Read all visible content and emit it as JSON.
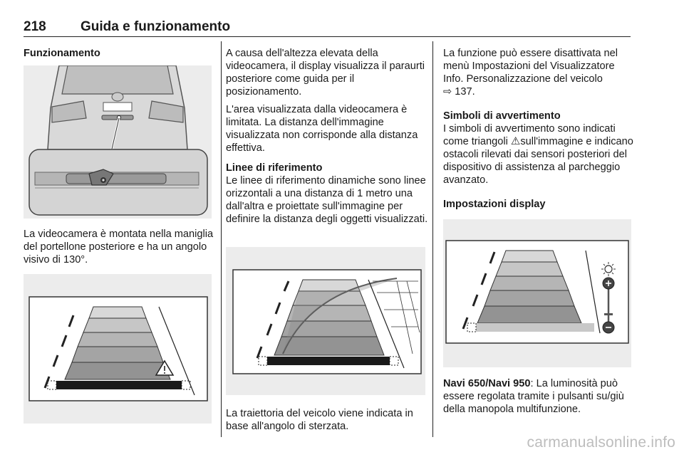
{
  "header": {
    "page_number": "218",
    "section_title": "Guida e funzionamento"
  },
  "col1": {
    "heading": "Funzionamento",
    "paragraph": "La videocamera è montata nella maniglia del portellone posteriore e ha un angolo visivo di 130°."
  },
  "col2": {
    "p1": "A causa dell'altezza elevata della videocamera, il display visualizza il paraurti posteriore come guida per il posizionamento.",
    "p2": "L'area visualizzata dalla videocamera è limitata. La distanza dell'immagine visualizzata non corrisponde alla distanza effettiva.",
    "p3_heading": "Linee di riferimento",
    "p3": "Le linee di riferimento dinamiche sono linee orizzontali a una distanza di 1 metro una dall'altra e proiettate sull'immagine per definire la distanza degli oggetti visualizzati.",
    "p4": "La traiettoria del veicolo viene indicata in base all'angolo di sterzata."
  },
  "col3": {
    "p1": "La funzione può essere disattivata nel menù Impostazioni del Visualizzatore Info. Personalizzazione del veicolo",
    "p1_ref_icon": "page-reference-arrow-icon",
    "p1_ref_page": "137.",
    "warn_heading": "Simboli di avvertimento",
    "warn_text_a": "I simboli di avvertimento sono indicati come triangoli",
    "warn_icon": "warning-triangle-icon",
    "warn_text_b": "sull'immagine e indicano ostacoli rilevati dai sensori posteriori del dispositivo di assistenza al parcheggio avanzato.",
    "display_heading": "Impostazioni display",
    "navi_label": "Navi 650/Navi 950",
    "navi_text": ": La luminosità può essere regolata tramite i pulsanti su/giù della manopola multifunzione."
  },
  "watermark": "carmanualsonline.info"
}
